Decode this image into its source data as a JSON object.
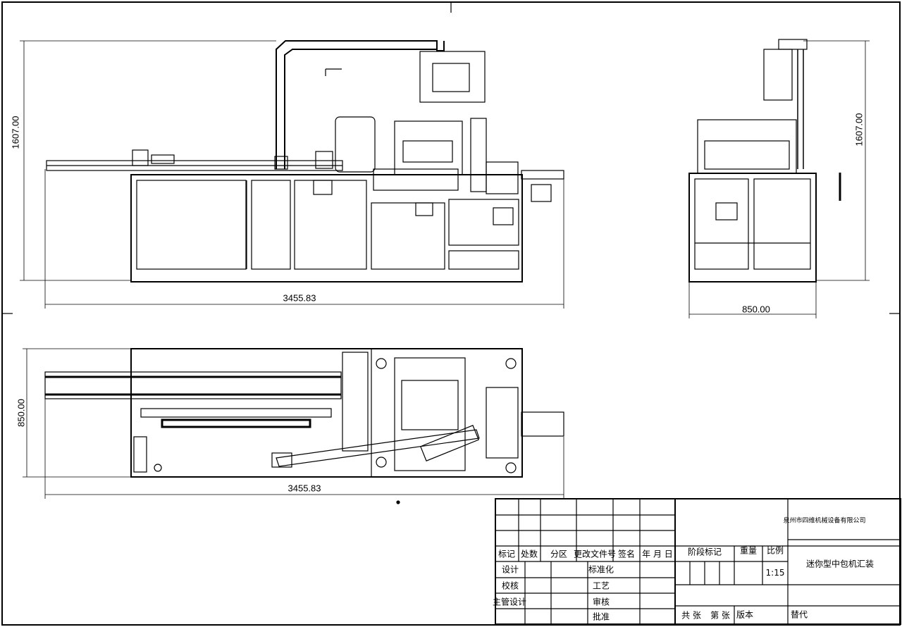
{
  "dimensions": {
    "front_height": "1607.00",
    "front_width": "3455.83",
    "side_height": "1607.00",
    "side_width": "850.00",
    "top_depth": "850.00",
    "top_width": "3455.83"
  },
  "title_block": {
    "company": "泉州市四维机械设备有限公司",
    "drawing_title": "迷你型中包机汇装",
    "scale": "1:15",
    "headers": {
      "mark": "标记",
      "count": "处数",
      "zone": "分区",
      "change_doc": "更改文件号",
      "signature": "签名",
      "date": "年 月 日",
      "stage_mark": "阶段标记",
      "weight": "重量",
      "scale_label": "比例"
    },
    "roles": {
      "design": "设计",
      "standardization": "标准化",
      "check": "校核",
      "process": "工艺",
      "chief_design": "主管设计",
      "review": "审核",
      "approve": "批准"
    },
    "footer": {
      "sheets_total": "共  张",
      "sheet_no": "第  张",
      "version": "版本",
      "replace": "替代"
    }
  }
}
